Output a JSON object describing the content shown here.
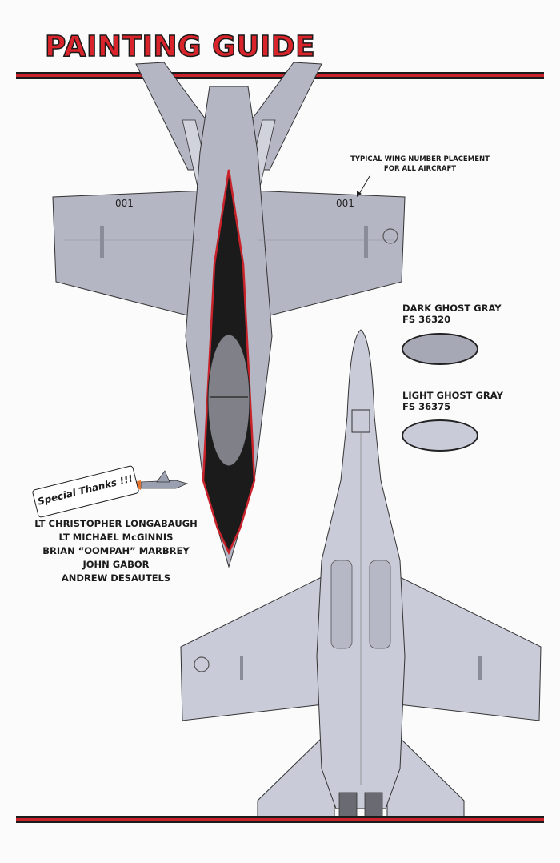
{
  "header": {
    "title": "PAINTING GUIDE"
  },
  "notes": {
    "wing_placement_line1": "TYPICAL WING NUMBER PLACEMENT",
    "wing_placement_line2": "FOR ALL AIRCRAFT",
    "wing_number": "001"
  },
  "swatches": [
    {
      "name": "DARK GHOST GRAY",
      "code": "FS 36320",
      "color": "#a6a8b6"
    },
    {
      "name": "LIGHT GHOST GRAY",
      "code": "FS 36375",
      "color": "#c9cbd8"
    }
  ],
  "thanks": {
    "badge": "Special Thanks !!!",
    "names": [
      "LT CHRISTOPHER LONGABAUGH",
      "LT MICHAEL McGINNIS",
      "BRIAN “OOMPAH” MARBREY",
      "JOHN GABOR",
      "ANDREW DESAUTELS"
    ]
  },
  "colors": {
    "accent_red": "#c8232a",
    "outline": "#1b1b1b",
    "upper_gray": "#b4b6c4",
    "lower_gray": "#c9cbd8"
  }
}
